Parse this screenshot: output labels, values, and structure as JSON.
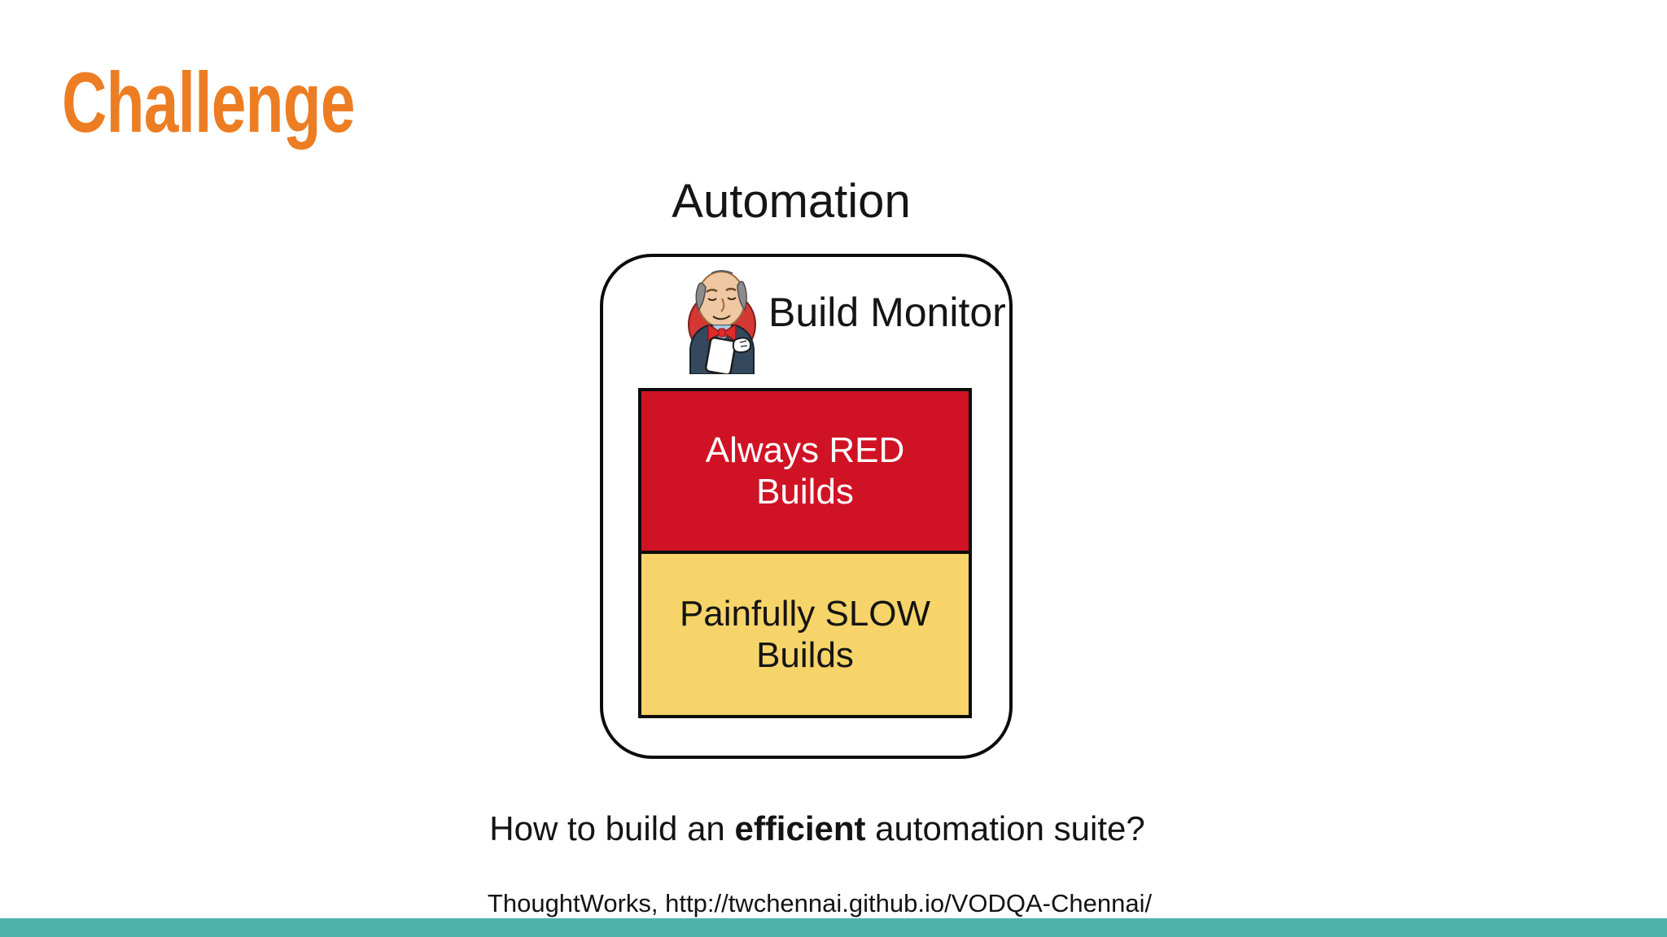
{
  "slide": {
    "title": "Challenge",
    "diagram": {
      "heading": "Automation",
      "monitor_label": "Build Monitor",
      "jenkins_icon": "jenkins-butler-mascot",
      "red_box_lines": [
        "Always RED",
        "Builds"
      ],
      "yellow_box_lines": [
        "Painfully SLOW",
        "Builds"
      ]
    },
    "question": {
      "prefix": "How to build an ",
      "emphasis": "efficient",
      "suffix": " automation suite?"
    },
    "footer": "ThoughtWorks, http://twchennai.github.io/VODQA-Chennai/",
    "colors": {
      "title_orange": "#ED7D23",
      "red_box": "#D01225",
      "yellow_box": "#F6D469",
      "accent_teal": "#4FB3AB",
      "jenkins_red": "#D33833"
    }
  }
}
